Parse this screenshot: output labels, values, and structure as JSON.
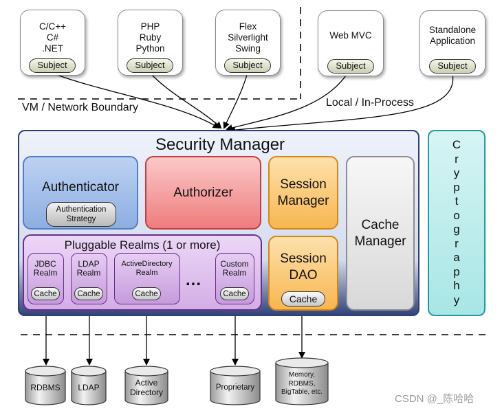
{
  "clients": [
    {
      "label": "C/C++\nC#\n.NET",
      "subject": "Subject"
    },
    {
      "label": "PHP\nRuby\nPython",
      "subject": "Subject"
    },
    {
      "label": "Flex\nSilverlight\nSwing",
      "subject": "Subject"
    },
    {
      "label": "Web MVC",
      "subject": "Subject"
    },
    {
      "label": "Standalone\nApplication",
      "subject": "Subject"
    }
  ],
  "boundaries": {
    "network": "VM / Network Boundary",
    "local": "Local / In-Process"
  },
  "security_manager": {
    "title": "Security Manager",
    "authenticator": {
      "label": "Authenticator",
      "strategy": "Authentication\nStrategy"
    },
    "authorizer": {
      "label": "Authorizer"
    },
    "session_manager": {
      "label": "Session\nManager"
    },
    "cache_manager": {
      "label": "Cache\nManager"
    },
    "session_dao": {
      "label": "Session\nDAO",
      "cache": "Cache"
    },
    "realms": {
      "title": "Pluggable Realms (1 or more)",
      "ellipsis": "...",
      "items": [
        {
          "label": "JDBC\nRealm",
          "cache": "Cache"
        },
        {
          "label": "LDAP\nRealm",
          "cache": "Cache"
        },
        {
          "label": "ActiveDirectory\nRealm",
          "cache": "Cache"
        },
        {
          "label": "Custom\nRealm",
          "cache": "Cache"
        }
      ]
    }
  },
  "cryptography": [
    "C",
    "r",
    "y",
    "p",
    "t",
    "o",
    "g",
    "r",
    "a",
    "p",
    "h",
    "y"
  ],
  "data_stores": [
    {
      "label": "RDBMS"
    },
    {
      "label": "LDAP"
    },
    {
      "label": "Active\nDirectory"
    },
    {
      "label": "Proprietary"
    },
    {
      "label": "Memory,\nRDBMS,\nBigTable, etc."
    }
  ],
  "watermark": "CSDN @_陈哈哈"
}
